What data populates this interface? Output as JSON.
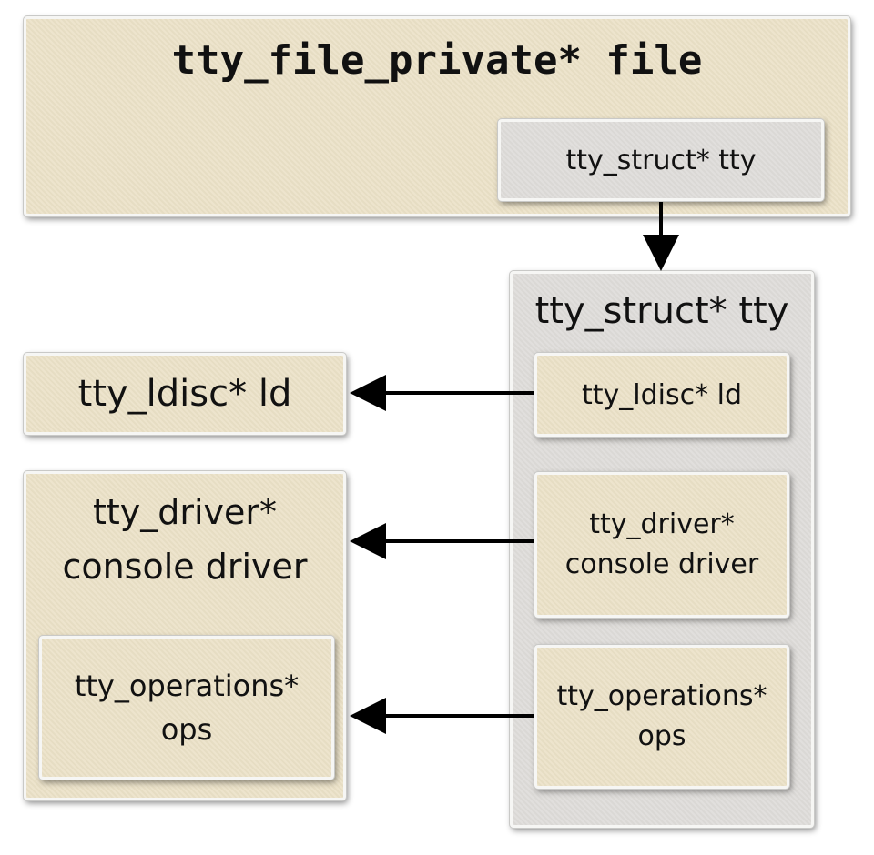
{
  "file_box": {
    "title": "tty_file_private* file",
    "tty_field": "tty_struct* tty"
  },
  "tty_struct_box": {
    "title": "tty_struct* tty",
    "ldisc_field": "tty_ldisc* ld",
    "driver_field_line1": "tty_driver*",
    "driver_field_line2": "console driver",
    "ops_field_line1": "tty_operations*",
    "ops_field_line2": "ops"
  },
  "ldisc_box": {
    "title": "tty_ldisc* ld"
  },
  "driver_box": {
    "title_line1": "tty_driver*",
    "title_line2": "console driver",
    "ops_field_line1": "tty_operations*",
    "ops_field_line2": "ops"
  },
  "colors": {
    "tan": "#ebe1c7",
    "gray": "#dddbd8",
    "arrow": "#000000"
  }
}
